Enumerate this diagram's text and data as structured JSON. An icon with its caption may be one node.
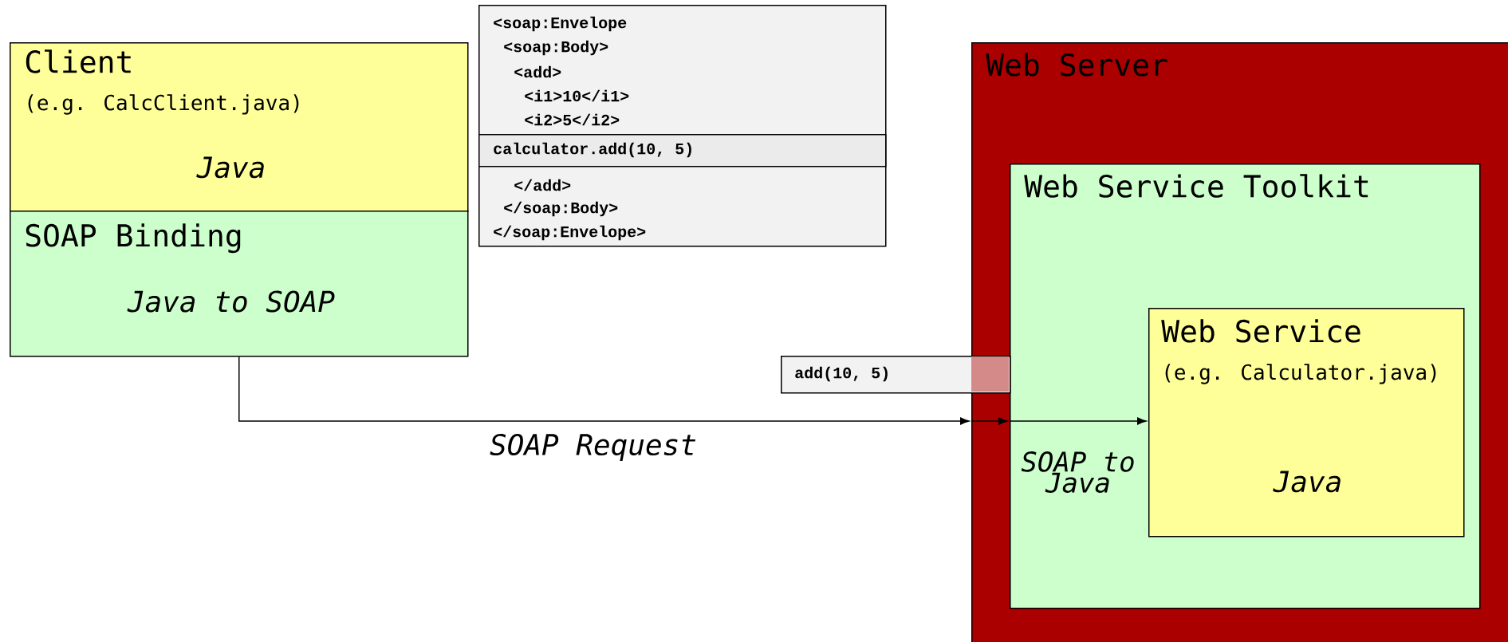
{
  "diagram": {
    "nodes": [
      {
        "text": [
          "Client",
          "(e.g. CalcClient.java)",
          "Java"
        ]
      },
      {
        "text": [
          "SOAP Binding",
          "Java to SOAP"
        ]
      },
      {
        "text": [
          "<soap:Envelope",
          "<soap:Body>",
          "<add>",
          "<i1>10</i1>",
          "<i2>5</i2>",
          "</add>",
          "</soap:Body>",
          "</soap:Envelope>"
        ]
      },
      {
        "text": [
          "calculator.add(10, 5)"
        ],
        "in": 2
      },
      {
        "text": [
          "add(10, 5)"
        ]
      },
      {
        "text": [
          "Web Server"
        ]
      },
      {
        "text": [
          "Web Service Toolkit"
        ],
        "in": 5
      },
      {
        "text": [
          "Web Service",
          "(e.g. Calculator.java)",
          "Java"
        ],
        "in": 6
      }
    ],
    "edges": [
      {
        "from": 1,
        "to": 5,
        "arrow": "to",
        "label": "SOAP Request"
      },
      {
        "from": 5,
        "to": 6,
        "arrow": "to"
      },
      {
        "from": 6,
        "to": 7,
        "arrow": "to",
        "label": "SOAP to Java"
      }
    ]
  }
}
